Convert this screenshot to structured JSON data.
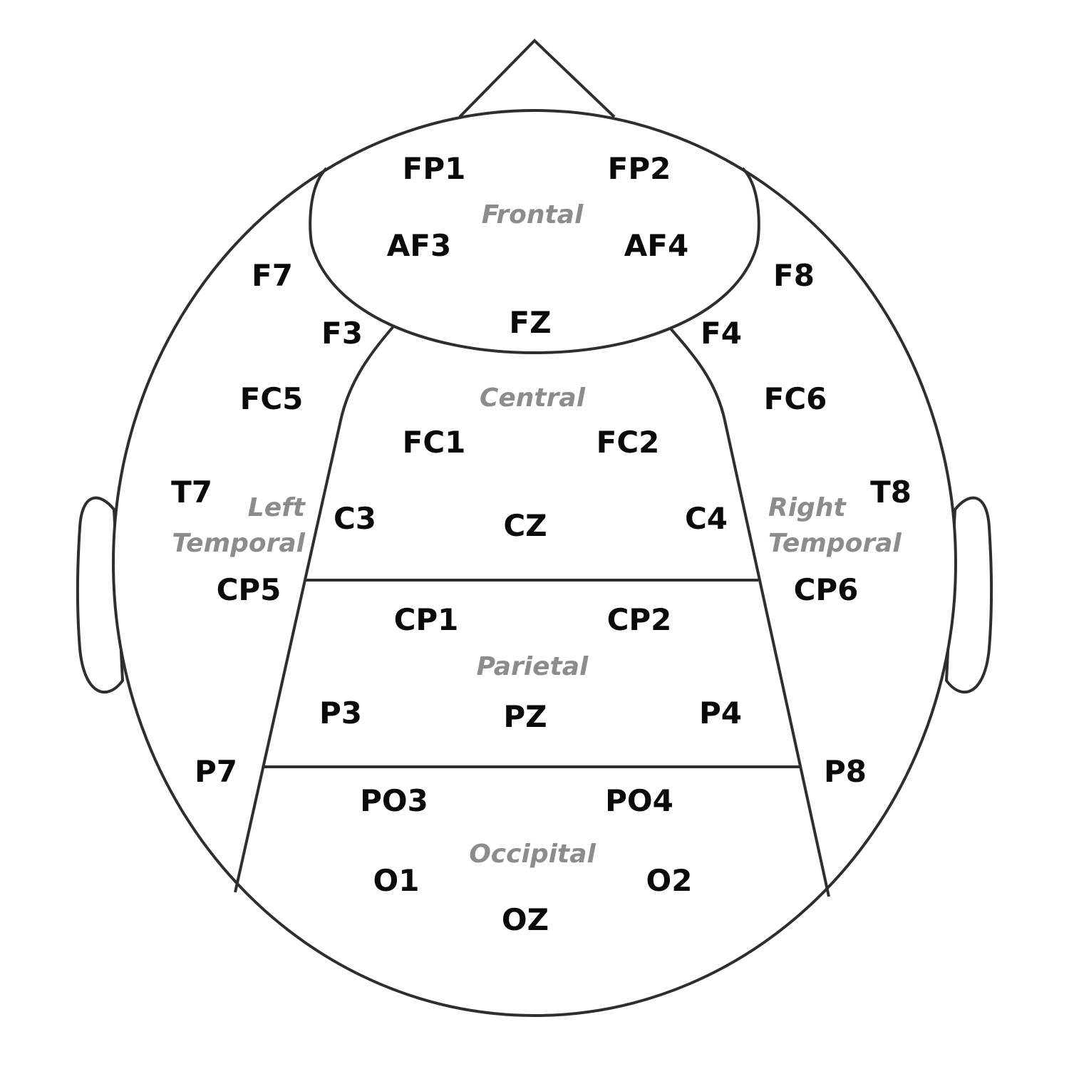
{
  "colors": {
    "line": "#2e2e2e",
    "electrode_text": "#0a0a0a",
    "region_text": "#8c8c8c",
    "background": "#ffffff"
  },
  "electrodes": {
    "FP1": "FP1",
    "FP2": "FP2",
    "AF3": "AF3",
    "AF4": "AF4",
    "F7": "F7",
    "F8": "F8",
    "F3": "F3",
    "FZ": "FZ",
    "F4": "F4",
    "FC5": "FC5",
    "FC6": "FC6",
    "FC1": "FC1",
    "FC2": "FC2",
    "T7": "T7",
    "T8": "T8",
    "C3": "C3",
    "CZ": "CZ",
    "C4": "C4",
    "CP5": "CP5",
    "CP6": "CP6",
    "CP1": "CP1",
    "CP2": "CP2",
    "P3": "P3",
    "PZ": "PZ",
    "P4": "P4",
    "P7": "P7",
    "P8": "P8",
    "PO3": "PO3",
    "PO4": "PO4",
    "O1": "O1",
    "OZ": "OZ",
    "O2": "O2"
  },
  "regions": {
    "frontal": "Frontal",
    "central": "Central",
    "left_temporal_1": "Left",
    "left_temporal_2": "Temporal",
    "right_temporal_1": "Right",
    "right_temporal_2": "Temporal",
    "parietal": "Parietal",
    "occipital": "Occipital"
  }
}
